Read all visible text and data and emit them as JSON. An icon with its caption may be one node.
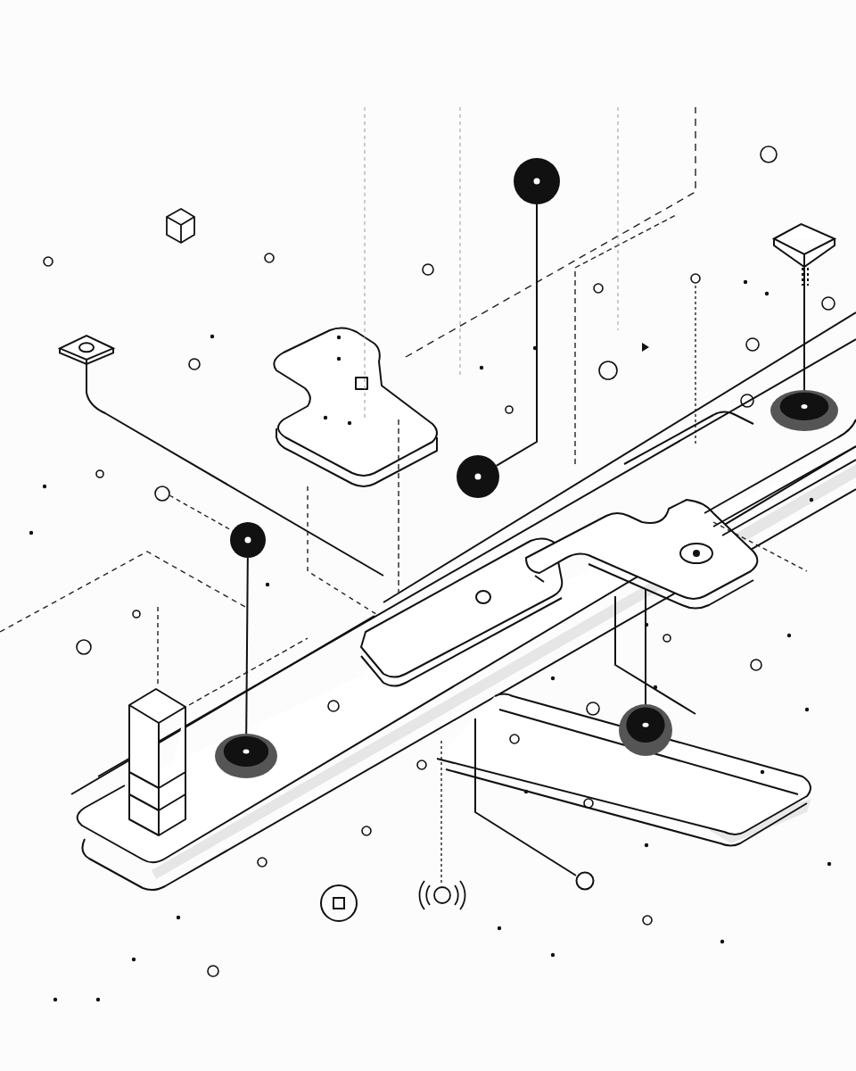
{
  "diagram": {
    "nodes": [
      {
        "text": [],
        "shape": "circle"
      },
      {
        "text": [],
        "shape": "circle"
      },
      {
        "text": [],
        "shape": "circle"
      },
      {
        "text": [],
        "shape": "circle"
      },
      {
        "text": [],
        "shape": "box"
      },
      {
        "text": [],
        "shape": "box"
      },
      {
        "text": [],
        "shape": "circle"
      },
      {
        "text": [],
        "shape": "circle"
      },
      {
        "text": [],
        "shape": "circle"
      }
    ],
    "edges": [
      {
        "from": 0,
        "to": 1,
        "arrow": "none"
      },
      {
        "from": 2,
        "to": 3,
        "arrow": "none"
      },
      {
        "from": 5,
        "to": 6,
        "arrow": "none"
      }
    ]
  }
}
